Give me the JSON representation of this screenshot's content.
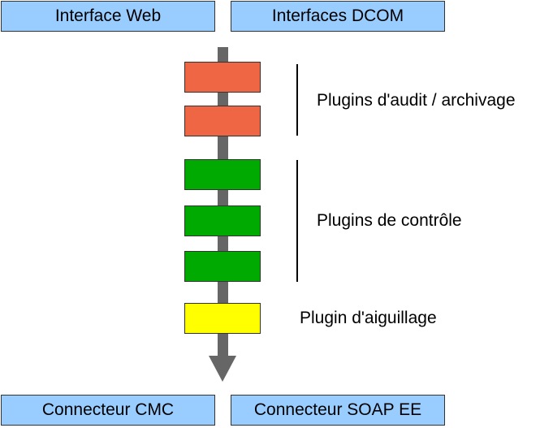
{
  "top_boxes": {
    "web": "Interface Web",
    "dcom": "Interfaces DCOM"
  },
  "bottom_boxes": {
    "cmc": "Connecteur CMC",
    "soap": "Connecteur SOAP EE"
  },
  "groups": {
    "audit": "Plugins d'audit / archivage",
    "control": "Plugins de contrôle",
    "switch": "Plugin d'aiguillage"
  },
  "colors": {
    "interface_box": "#99ccff",
    "audit_plugin": "#ee6644",
    "control_plugin": "#00aa00",
    "switch_plugin": "#ffff00",
    "arrow": "#666666"
  }
}
